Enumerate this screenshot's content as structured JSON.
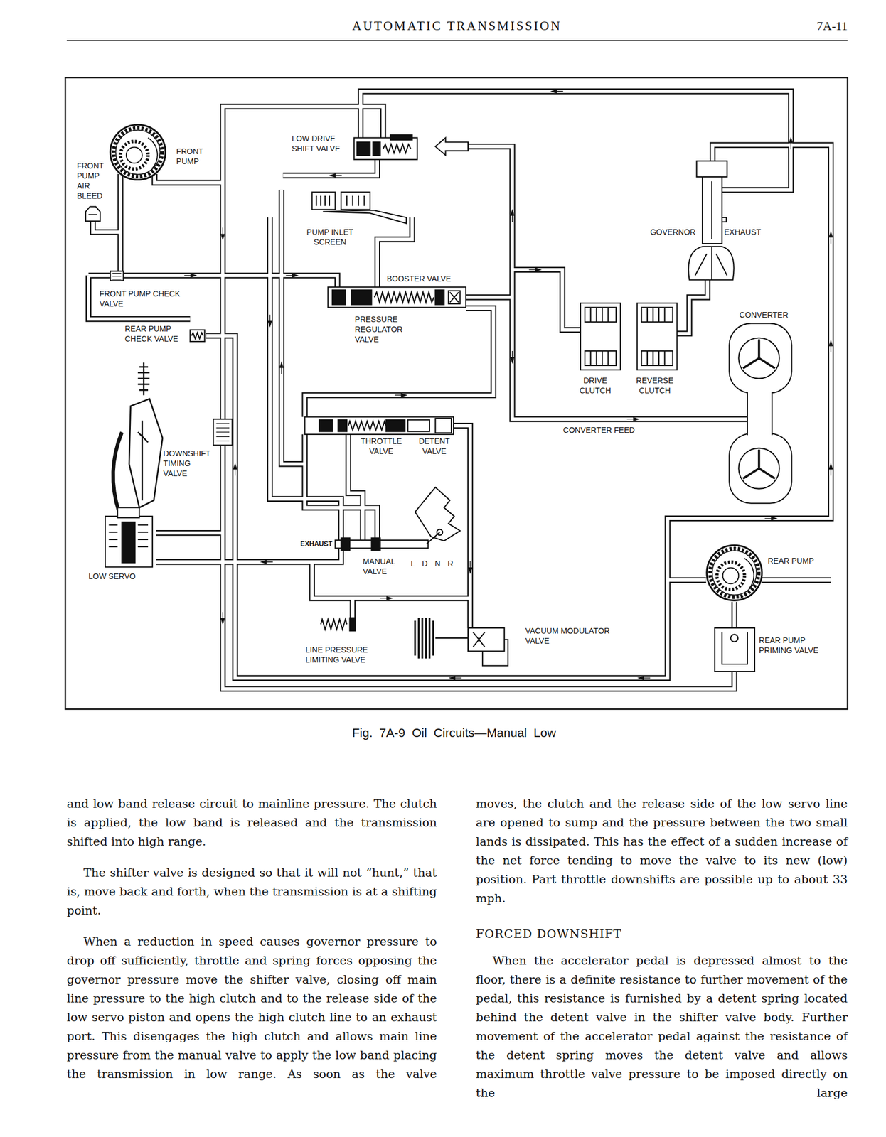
{
  "diagram": {
    "title": "AUTOMATIC TRANSMISSION",
    "caption": "Fig. 7A-9 Oil Circuits—Manual Low",
    "labels": [
      "7A-11",
      "LOW DRIVE SHIFT VALVE",
      "FRONT PUMP",
      "FRONT PUMP AIR BLEED",
      "PUMP INLET SCREEN",
      "GOVERNOR",
      "EXHAUST",
      "BOOSTER VALVE",
      "FRONT PUMP CHECK VALVE",
      "CONVERTER",
      "PRESSURE REGULATOR VALVE",
      "REAR PUMP CHECK VALVE",
      "DRIVE CLUTCH",
      "REVERSE CLUTCH",
      "CONVERTER FEED",
      "THROTTLE VALVE",
      "DETENT VALVE",
      "DOWNSHIFT TIMING VALVE",
      "EXHAUST",
      "MANUAL VALVE",
      "L D N R",
      "REAR PUMP",
      "LOW SERVO",
      "VACUUM MODULATOR VALVE",
      "REAR PUMP PRIMING VALVE",
      "LINE PRESSURE LIMITING VALVE",
      "and low band release circuit to mainline pressure. The clutch is applied, the low band is released and the transmission shifted into high range.",
      "The shifter valve is designed so that it will not “hunt,” that is, move back and forth, when the transmission is at a shifting point.",
      "When a reduction in speed causes governor pressure to drop off sufficiently, throttle and spring forces opposing the governor pressure move the shifter valve, closing off main line pressure to the high clutch and to the release side of the low servo piston and opens the high clutch line to an exhaust port. This disengages the high clutch and allows main line pressure from the manual valve to apply the low band placing the transmission in low range. As soon as the valve",
      "moves, the clutch and the release side of the low servo line are opened to sump and the pressure between the two small lands is dissipated. This has the effect of a sudden increase of the net force tending to move the valve to its new (low) position. Part throttle downshifts are possible up to about 33 mph.",
      "FORCED DOWNSHIFT",
      "When the accelerator pedal is depressed almost to the floor, there is a definite resistance to further movement of the pedal, this resistance is furnished by a detent spring located behind the detent valve in the shifter valve body. Further movement of the accelerator pedal against the resistance of the detent spring moves the detent valve and allows maximum throttle valve pressure to be imposed directly on the large"
    ]
  }
}
